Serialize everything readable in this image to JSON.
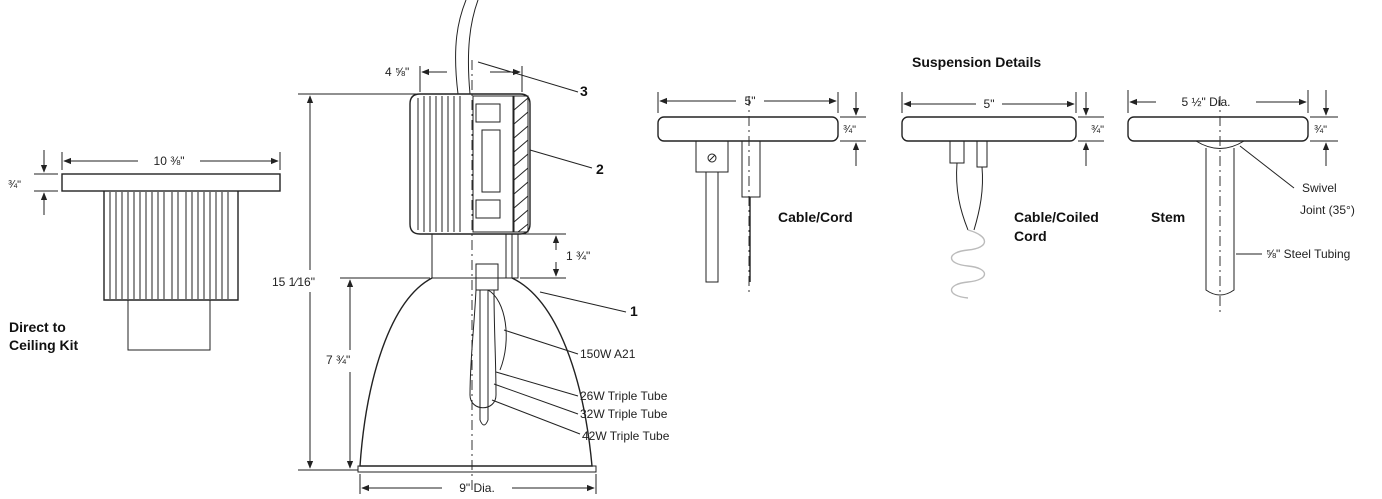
{
  "title": "Suspension Details",
  "direct_kit": {
    "width_dim": "10 ⅜\"",
    "height_dim": "¾\"",
    "label_line1": "Direct to",
    "label_line2": "Ceiling Kit"
  },
  "main_fixture": {
    "top_width_dim": "4 ⅝\"",
    "overall_height_dim": "15 1⁄16\"",
    "reflector_height_dim": "7 ¾\"",
    "neck_height_dim": "1 ¾\"",
    "diameter_dim": "9\" Dia.",
    "callouts": [
      "3",
      "2",
      "1"
    ],
    "lamps": [
      "150W A21",
      "26W Triple Tube",
      "32W Triple Tube",
      "42W Triple Tube"
    ]
  },
  "cable_cord": {
    "width_dim": "5\"",
    "height_dim": "¾\"",
    "label": "Cable/Cord"
  },
  "cable_coiled": {
    "width_dim": "5\"",
    "height_dim": "¾\"",
    "label_line1": "Cable/Coiled",
    "label_line2": "Cord"
  },
  "stem": {
    "width_dim": "5 ½\" Dia.",
    "height_dim": "¾\"",
    "label": "Stem",
    "swivel_line1": "Swivel",
    "swivel_line2": "Joint (35°)",
    "tubing": "⅝\" Steel Tubing"
  }
}
